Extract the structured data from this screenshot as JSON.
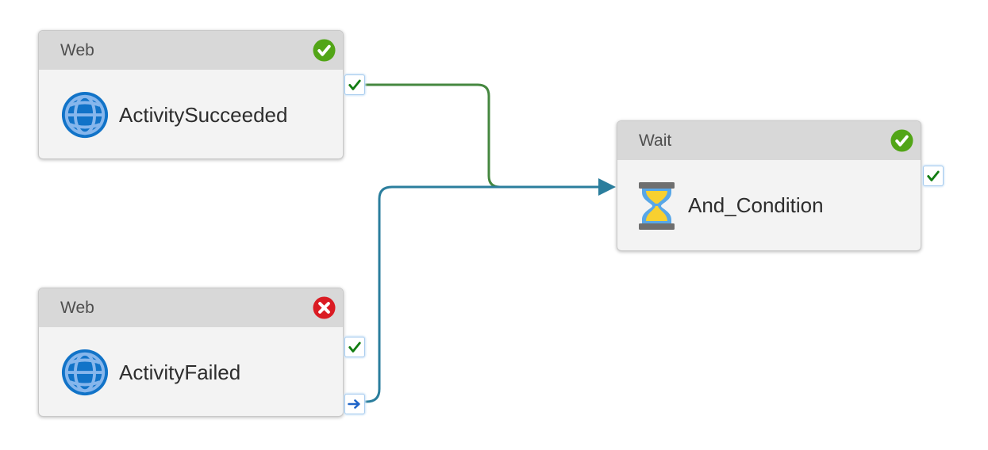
{
  "app": "pipeline-designer-canvas",
  "nodes": [
    {
      "type_label": "Web",
      "name": "ActivitySucceeded",
      "status": "Succeeded",
      "status_icon": "check-badge-icon",
      "activity_icon": "globe-icon"
    },
    {
      "type_label": "Web",
      "name": "ActivityFailed",
      "status": "Failed",
      "status_icon": "error-badge-icon",
      "activity_icon": "globe-icon"
    },
    {
      "type_label": "Wait",
      "name": "And_Condition",
      "status": "Succeeded",
      "status_icon": "check-badge-icon",
      "activity_icon": "hourglass-icon"
    }
  ],
  "ports": [
    {
      "node": "ActivitySucceeded",
      "kind": "on-success",
      "icon": "check-icon"
    },
    {
      "node": "ActivityFailed",
      "kind": "on-success",
      "icon": "check-icon"
    },
    {
      "node": "ActivityFailed",
      "kind": "on-completion",
      "icon": "arrow-right-icon"
    },
    {
      "node": "And_Condition",
      "kind": "on-success",
      "icon": "check-icon"
    }
  ],
  "connections": [
    {
      "from": "ActivitySucceeded",
      "from_port": "on-success",
      "to": "And_Condition",
      "color": "#45873f"
    },
    {
      "from": "ActivityFailed",
      "from_port": "on-completion",
      "to": "And_Condition",
      "color": "#2b7e9d"
    }
  ],
  "colors": {
    "success_badge_green": "#52a517",
    "error_badge_red": "#da1b23",
    "port_check_green": "#127d12",
    "port_arrow_blue": "#2065c8",
    "connector_green": "#45873f",
    "connector_teal": "#2b7e9d",
    "node_header_gray": "#d8d8d8",
    "node_body_gray": "#f3f3f3",
    "globe_blue": "#1173c8",
    "globe_line_blue": "#86b6ec",
    "hourglass_glass_blue": "#58a7e8",
    "hourglass_sand_yellow": "#f8d030",
    "hourglass_cap_gray": "#6f6f6f"
  }
}
